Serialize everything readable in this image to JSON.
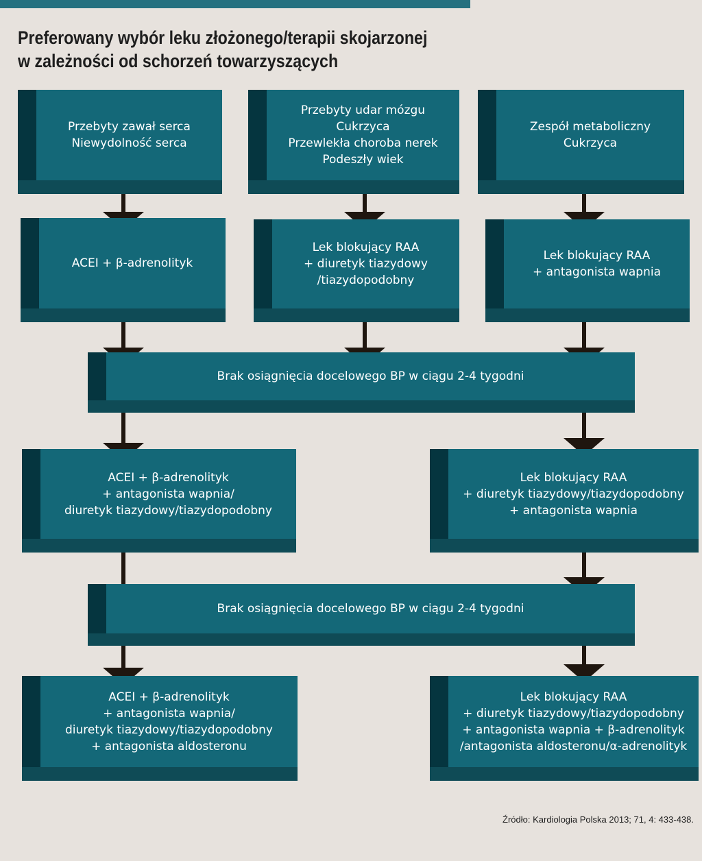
{
  "title": {
    "line1": "Preferowany wybór leku złożonego/terapii skojarzonej",
    "line2": "w zależności od schorzeń towarzyszących"
  },
  "level1": [
    {
      "lines": [
        "Przebyty zawał serca",
        "Niewydolność serca"
      ]
    },
    {
      "lines": [
        "Przebyty udar mózgu",
        "Cukrzyca",
        "Przewlekła choroba nerek",
        "Podeszły wiek"
      ]
    },
    {
      "lines": [
        "Zespół metaboliczny",
        "Cukrzyca"
      ]
    }
  ],
  "level2": [
    {
      "lines": [
        "ACEI + β-adrenolityk"
      ]
    },
    {
      "lines": [
        "Lek blokujący RAA",
        "+ diuretyk tiazydowy",
        "/tiazydopodobny"
      ]
    },
    {
      "lines": [
        "Lek blokujący RAA",
        "+ antagonista wapnia"
      ]
    }
  ],
  "no_target_bp_1": "Brak osiągnięcia docelowego BP w ciągu 2-4 tygodni",
  "level3": [
    {
      "lines": [
        "ACEI + β-adrenolityk",
        "+ antagonista wapnia/",
        "diuretyk tiazydowy/tiazydopodobny"
      ]
    },
    {
      "lines": [
        "Lek blokujący RAA",
        "+ diuretyk tiazydowy/tiazydopodobny",
        "+ antagonista wapnia"
      ]
    }
  ],
  "no_target_bp_2": "Brak osiągnięcia docelowego BP w ciągu 2-4 tygodni",
  "level4": [
    {
      "lines": [
        "ACEI + β-adrenolityk",
        "+ antagonista wapnia/",
        "diuretyk tiazydowy/tiazydopodobny",
        "+ antagonista aldosteronu"
      ]
    },
    {
      "lines": [
        "Lek blokujący RAA",
        "+ diuretyk tiazydowy/tiazydopodobny",
        "+ antagonista wapnia + β-adrenolityk",
        "/antagonista aldosteronu/α-adrenolityk"
      ]
    }
  ],
  "source": "Źródło: Kardiologia Polska 2013; 71, 4: 433-438.",
  "colors": {
    "box_face": "#146878",
    "box_side": "#05353f",
    "arrow": "#1f160f",
    "background": "#e7e2dd"
  }
}
